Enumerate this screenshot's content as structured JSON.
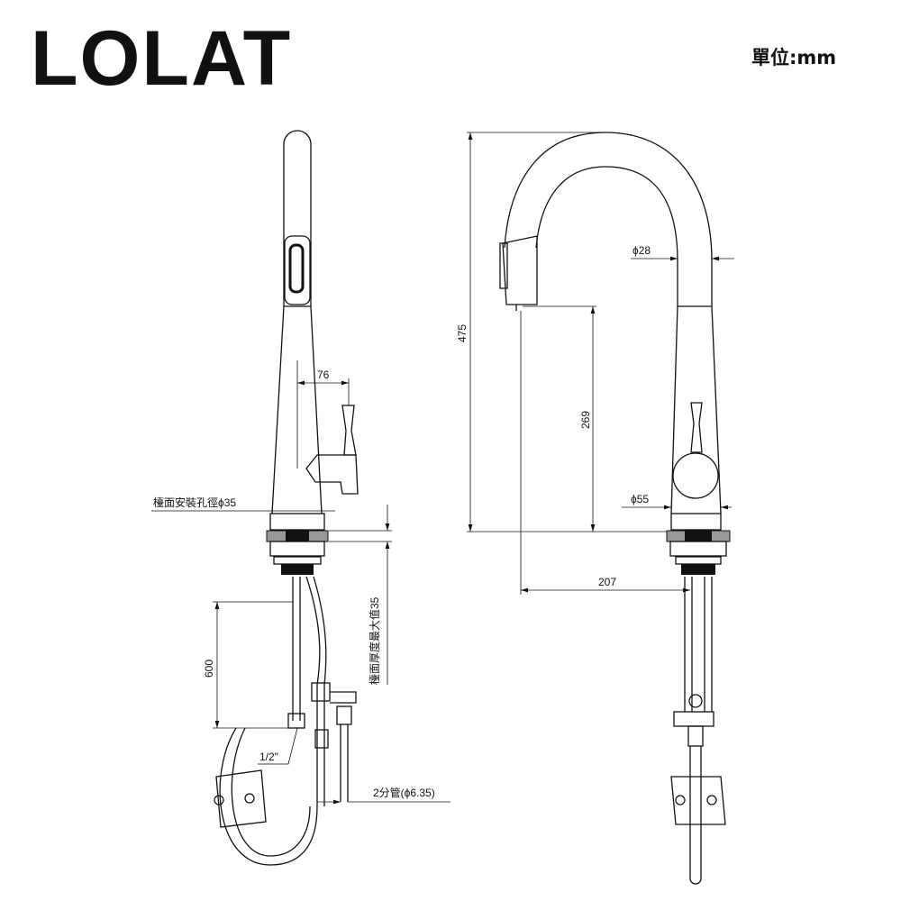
{
  "header": {
    "brand": "LOLAT",
    "unit_label": "單位:mm"
  },
  "side_view": {
    "handle_offset": "76",
    "mount_hole": "檯面安裝孔徑ϕ35",
    "counter_thickness": "檯面厚度最大值35",
    "hose_length": "600",
    "inlet_thread": "1/2\"",
    "supply_pipe": "2分管(ϕ6.35)"
  },
  "front_view": {
    "total_height": "475",
    "spout_diameter": "ϕ28",
    "spout_clearance": "269",
    "base_diameter": "ϕ55",
    "spout_reach": "207"
  }
}
